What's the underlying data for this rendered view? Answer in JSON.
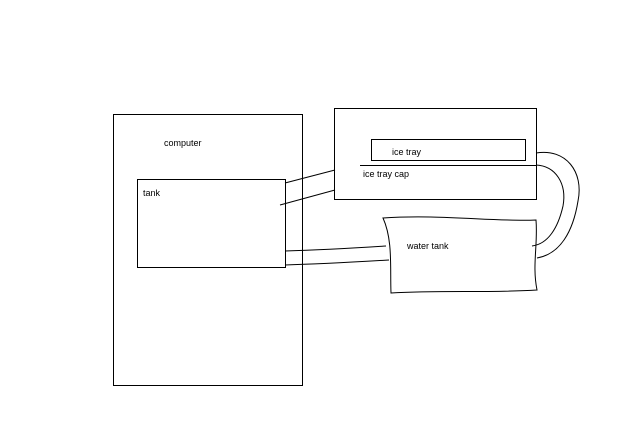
{
  "diagram": {
    "labels": {
      "computer": "computer",
      "tank": "tank",
      "ice_tray": "ice tray",
      "ice_tray_cap": "ice tray cap",
      "water_tank": "water tank"
    },
    "stroke_color": "#000000",
    "background_color": "#ffffff"
  }
}
